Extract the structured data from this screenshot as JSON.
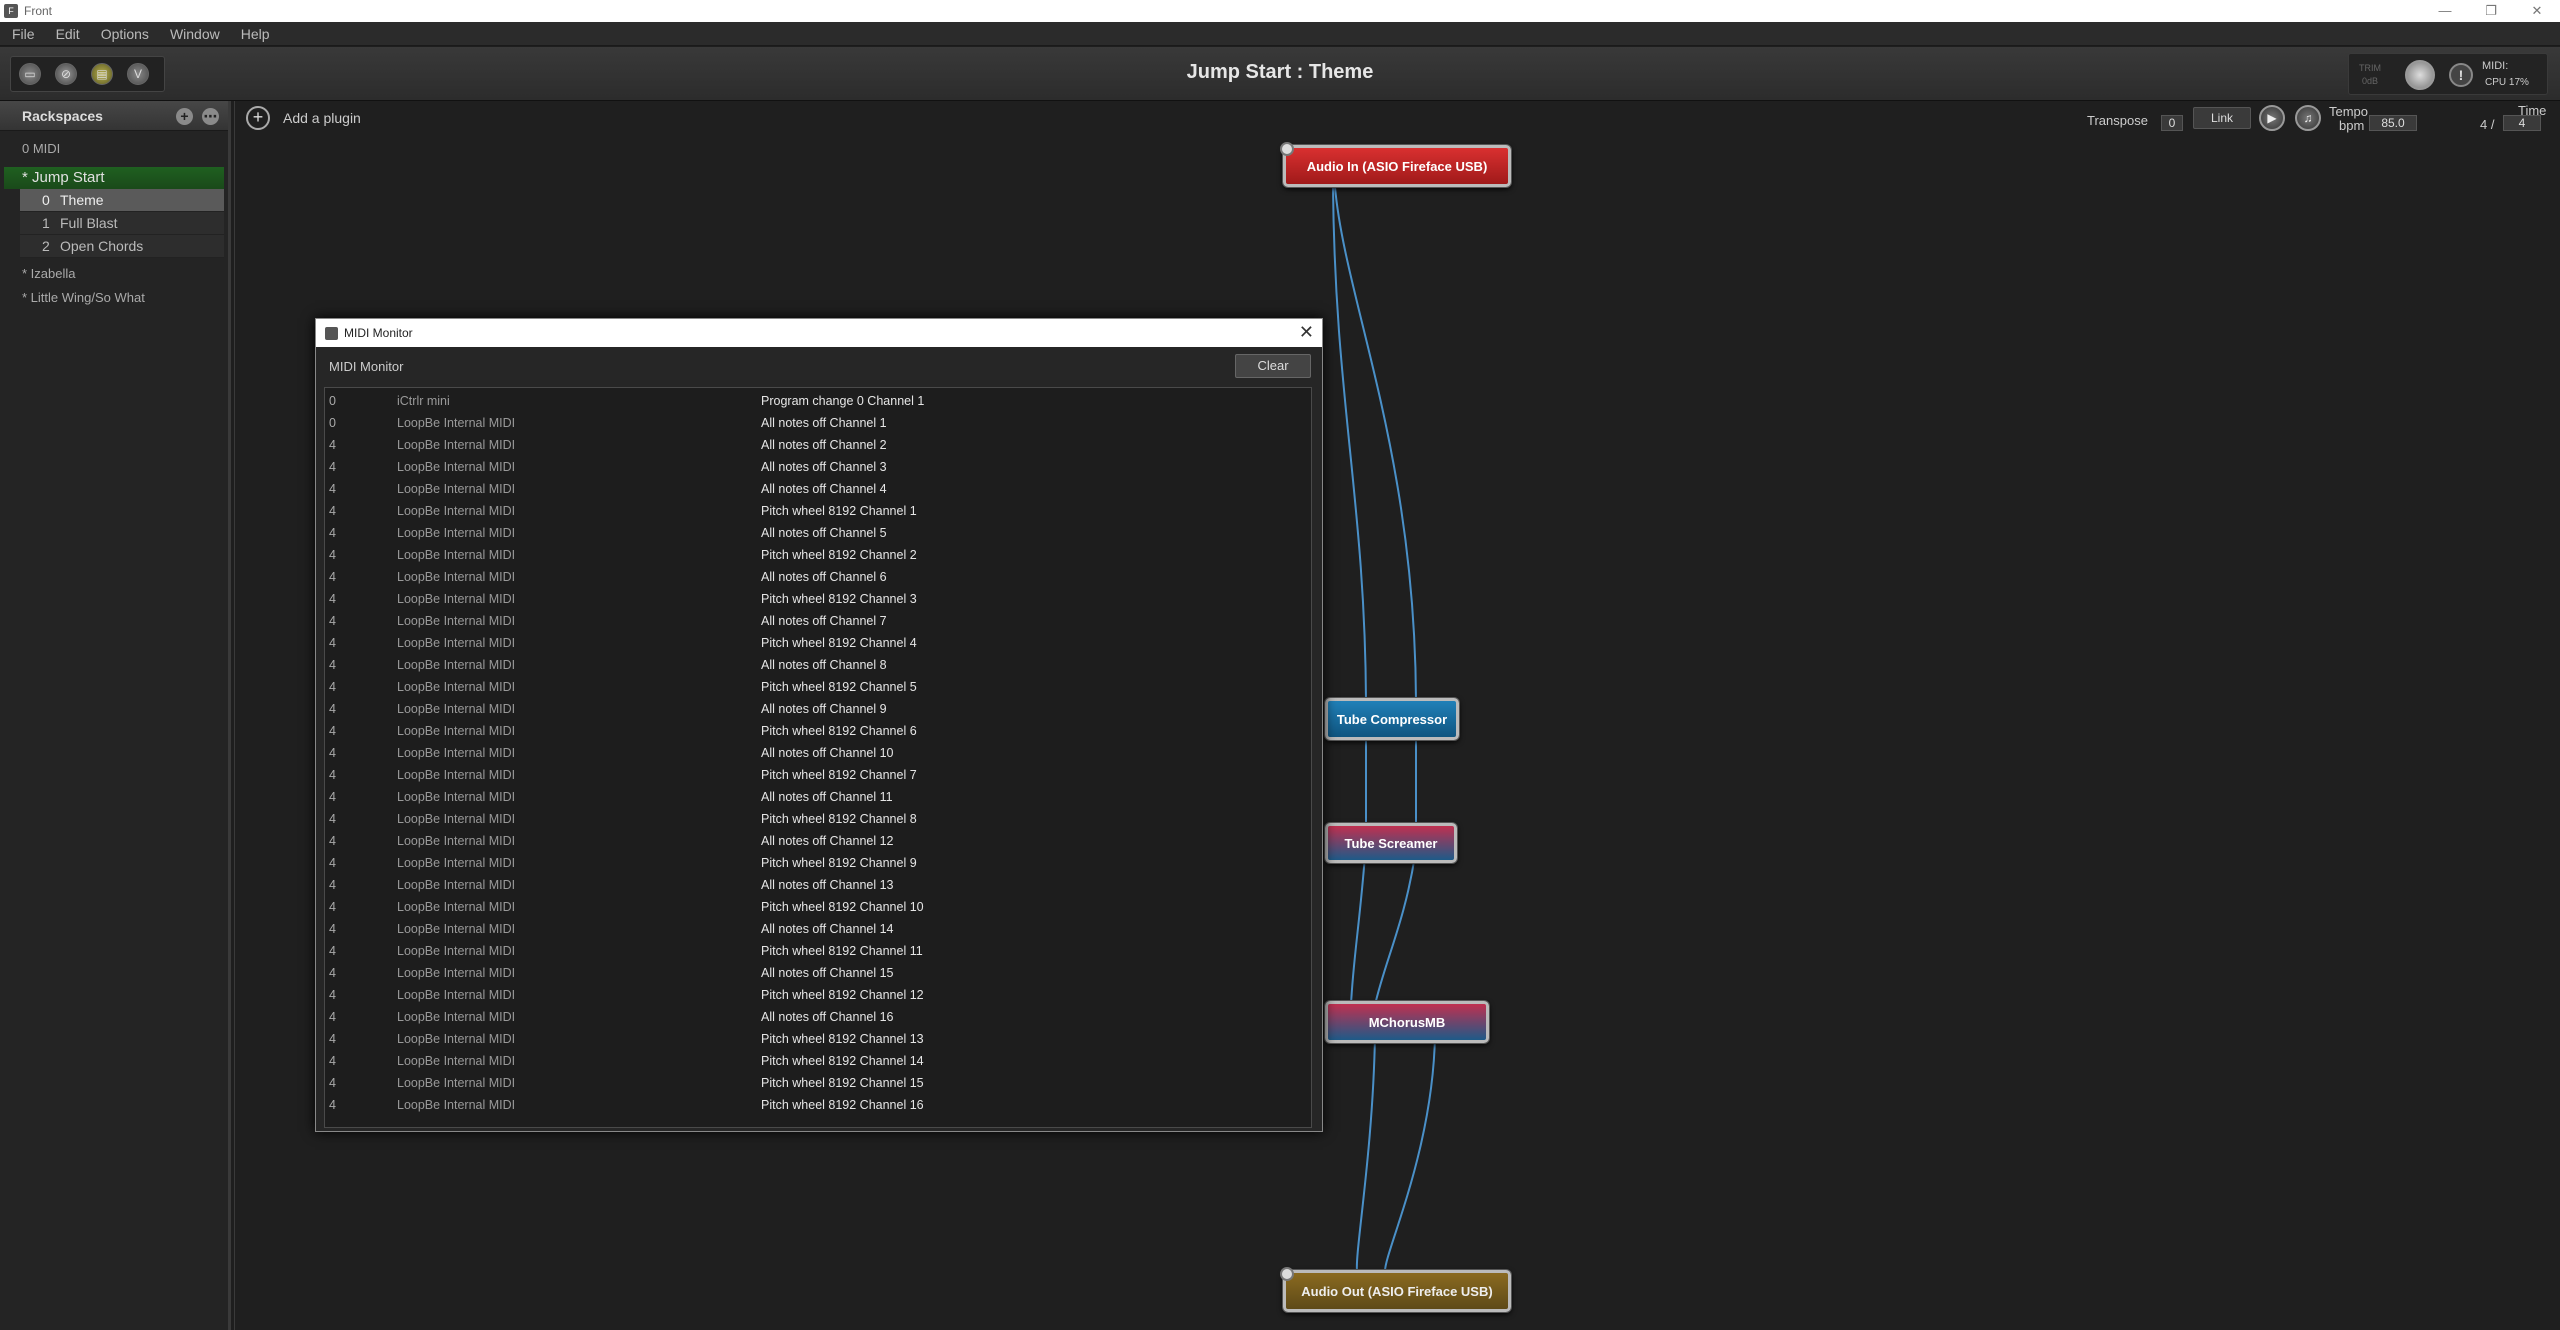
{
  "window": {
    "title": "Front",
    "minimize": "—",
    "maximize": "❐",
    "close": "✕"
  },
  "menu": [
    "File",
    "Edit",
    "Options",
    "Window",
    "Help"
  ],
  "toolbar": {
    "rackspace_title": "Jump Start : Theme",
    "trim_label": "TRIM",
    "trim_value": "0dB",
    "midi_label": "MIDI:",
    "cpu_label": "CPU  17%",
    "panic_glyph": "!"
  },
  "sidebar": {
    "header": "Rackspaces",
    "midi_entry": "0 MIDI",
    "active_rackspace": "* Jump Start",
    "variations": [
      {
        "num": "0",
        "name": "Theme",
        "selected": true
      },
      {
        "num": "1",
        "name": "Full Blast",
        "selected": false
      },
      {
        "num": "2",
        "name": "Open Chords",
        "selected": false
      }
    ],
    "rackspaces": [
      "* Izabella",
      "* Little Wing/So What"
    ]
  },
  "canvas": {
    "add_plugin_label": "Add a plugin",
    "transpose_label": "Transpose",
    "transpose_value": "0",
    "link_label": "Link",
    "tempo_label": "Tempo",
    "bpm_label": "bpm",
    "tempo_value": "85.0",
    "time_label": "Time",
    "time_num": "4 /",
    "time_den": "4"
  },
  "plugins": {
    "audio_in": "Audio In (ASIO Fireface USB)",
    "tube_compressor": "Tube Compressor",
    "tube_screamer": "Tube Screamer",
    "mchorus": "MChorusMB",
    "audio_out": "Audio Out (ASIO Fireface USB)"
  },
  "midi_monitor": {
    "window_title": "MIDI Monitor",
    "header_label": "MIDI Monitor",
    "clear_label": "Clear",
    "rows": [
      [
        "0",
        "iCtrlr mini",
        "Program change 0 Channel 1"
      ],
      [
        "0",
        "LoopBe Internal MIDI",
        "All notes off Channel 1"
      ],
      [
        "4",
        "LoopBe Internal MIDI",
        "All notes off Channel 2"
      ],
      [
        "4",
        "LoopBe Internal MIDI",
        "All notes off Channel 3"
      ],
      [
        "4",
        "LoopBe Internal MIDI",
        "All notes off Channel 4"
      ],
      [
        "4",
        "LoopBe Internal MIDI",
        "Pitch wheel 8192 Channel 1"
      ],
      [
        "4",
        "LoopBe Internal MIDI",
        "All notes off Channel 5"
      ],
      [
        "4",
        "LoopBe Internal MIDI",
        "Pitch wheel 8192 Channel 2"
      ],
      [
        "4",
        "LoopBe Internal MIDI",
        "All notes off Channel 6"
      ],
      [
        "4",
        "LoopBe Internal MIDI",
        "Pitch wheel 8192 Channel 3"
      ],
      [
        "4",
        "LoopBe Internal MIDI",
        "All notes off Channel 7"
      ],
      [
        "4",
        "LoopBe Internal MIDI",
        "Pitch wheel 8192 Channel 4"
      ],
      [
        "4",
        "LoopBe Internal MIDI",
        "All notes off Channel 8"
      ],
      [
        "4",
        "LoopBe Internal MIDI",
        "Pitch wheel 8192 Channel 5"
      ],
      [
        "4",
        "LoopBe Internal MIDI",
        "All notes off Channel 9"
      ],
      [
        "4",
        "LoopBe Internal MIDI",
        "Pitch wheel 8192 Channel 6"
      ],
      [
        "4",
        "LoopBe Internal MIDI",
        "All notes off Channel 10"
      ],
      [
        "4",
        "LoopBe Internal MIDI",
        "Pitch wheel 8192 Channel 7"
      ],
      [
        "4",
        "LoopBe Internal MIDI",
        "All notes off Channel 11"
      ],
      [
        "4",
        "LoopBe Internal MIDI",
        "Pitch wheel 8192 Channel 8"
      ],
      [
        "4",
        "LoopBe Internal MIDI",
        "All notes off Channel 12"
      ],
      [
        "4",
        "LoopBe Internal MIDI",
        "Pitch wheel 8192 Channel 9"
      ],
      [
        "4",
        "LoopBe Internal MIDI",
        "All notes off Channel 13"
      ],
      [
        "4",
        "LoopBe Internal MIDI",
        "Pitch wheel 8192 Channel 10"
      ],
      [
        "4",
        "LoopBe Internal MIDI",
        "All notes off Channel 14"
      ],
      [
        "4",
        "LoopBe Internal MIDI",
        "Pitch wheel 8192 Channel 11"
      ],
      [
        "4",
        "LoopBe Internal MIDI",
        "All notes off Channel 15"
      ],
      [
        "4",
        "LoopBe Internal MIDI",
        "Pitch wheel 8192 Channel 12"
      ],
      [
        "4",
        "LoopBe Internal MIDI",
        "All notes off Channel 16"
      ],
      [
        "4",
        "LoopBe Internal MIDI",
        "Pitch wheel 8192 Channel 13"
      ],
      [
        "4",
        "LoopBe Internal MIDI",
        "Pitch wheel 8192 Channel 14"
      ],
      [
        "4",
        "LoopBe Internal MIDI",
        "Pitch wheel 8192 Channel 15"
      ],
      [
        "4",
        "LoopBe Internal MIDI",
        "Pitch wheel 8192 Channel 16"
      ]
    ]
  },
  "colors": {
    "active_rackspace": "#1f6020",
    "audio_in": "#c62828",
    "tube_compressor": "#1a70a8",
    "audio_out": "#7a5e1c",
    "wire": "#4a90c8"
  }
}
